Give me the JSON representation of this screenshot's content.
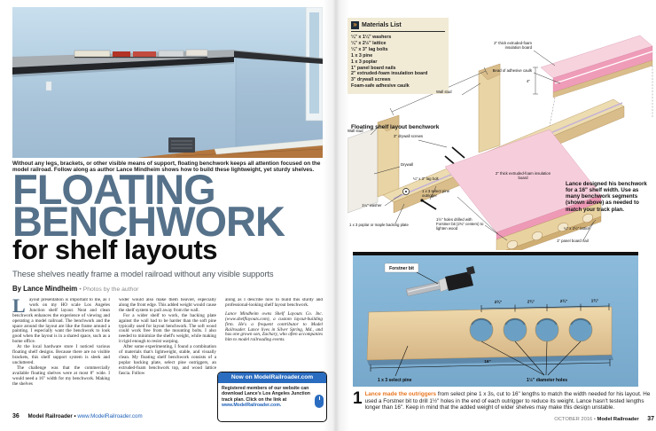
{
  "left": {
    "photo_caption": "Without any legs, brackets, or other visible means of support, floating benchwork keeps all attention focused on the model railroad. Follow along as author Lance Mindheim shows how to build these lightweight, yet sturdy shelves.",
    "title1": "FLOATING",
    "title2": "BENCHWORK",
    "title3": "for shelf layouts",
    "deck": "These shelves neatly frame a model railroad without any visible supports",
    "byline": "By Lance Mindheim",
    "byline2": "• Photos by the author",
    "dropcap": "L",
    "c1p1": "ayout presentation is important to me, as I work on my HO scale Los Angeles Junction shelf layout. Neat and clean benchwork enhances the experience of viewing and operating a model railroad. The benchwork and the space around the layout are like the frame around a painting. I especially want the benchwork to look good when the layout is in a shared space, such as a home office.",
    "c1p2": "At the local hardware store I noticed various floating shelf designs. Because there are no visible brackets, this shelf support system is sleek and uncluttered.",
    "c1p3": "The challenge was that the commercially available floating shelves were at most 8\" wide. I would need a 16\" width for my benchwork. Making the shelves",
    "c2p1": "wider would also make them heavier, especially along the front edge. This added weight would cause the shelf system to pull away from the wall.",
    "c2p2": "For a wider shelf to work, the backing plate against the wall had to be harder than the soft pine typically used for layout benchwork. The soft wood could work free from the mounting bolts. I also needed to minimize the shelf's weight, while making it rigid enough to resist warping.",
    "c2p3": "After some experimenting, I found a combination of materials that's lightweight, stable, and visually clean. My floating shelf benchwork consists of a poplar backing plate, select pine outriggers, an extruded-foam benchwork top, and wood lattice fascia. Follow",
    "c3p1": "along as I describe how to build this sturdy and professional-looking shelf layout benchwork.",
    "bio": "Lance Mindheim owns Shelf Layouts Co. Inc. (www.shelflayouts.com), a custom layout-building firm. He's a frequent contributor to Model Railroader. Lance lives in Silver Spring, Md., and has one grown son, Zachary, who often accompanies him to model railroading events.",
    "promo_header": "Now on ModelRailroader.com",
    "promo_body": "Registered members of our website can download Lance's Los Angeles Junction track plan. Click on the link at",
    "promo_link": "www.ModelRailroader.com.",
    "footer_page": "36",
    "footer_mag": "Model Railroader •",
    "footer_url": "www.ModelRailroader.com"
  },
  "right": {
    "materials_icon": "»",
    "materials_title": "Materials List",
    "materials_items": [
      "¼\" x 1¼\" washers",
      "¼\" x 2½\" lattice",
      "¼\" x 3\" lag bolts",
      "1 x 3 pine",
      "1 x 3 poplar",
      "1\" panel board nails",
      "2\" extruded-foam insulation board",
      "3\" drywall screws",
      "Foam-safe adhesive caulk"
    ],
    "diagram_title": "Floating shelf layout benchwork",
    "lbl": {
      "foam_top": "2\" thick extruded-foam insulation board",
      "caulk": "Bead of adhesive caulk",
      "wall_stud": "Wall stud",
      "screws": "3\" drywall screws",
      "drywall": "Drywall",
      "lag_bolt": "¼\" x 3\" lag bolt",
      "washer": "1¼\" washer",
      "backing": "1 x 3 poplar or maple backing plate",
      "outrigger": "1 x 3 select pine outrigger",
      "holes": "1½\" holes drilled with Forstner bit (2¾\" centers) to lighten wood",
      "foam_center": "2\" thick extruded-foam insulation board",
      "lattice": "¼\" x 2½\" lattice",
      "nail": "1\" panel board nail",
      "dim16": "16\"",
      "dim4": "4\""
    },
    "diagram_caption": "Lance designed his benchwork for a 16\" shelf width. Use as many benchwork segments (shown above) as needed to match your track plan.",
    "photo_lbl": {
      "forstner": "Forstner bit",
      "pine": "1 x 3 select pine",
      "holes": "1½\" diameter holes",
      "width": "16\"",
      "d1": "2¾\"",
      "d2": "2¾\"",
      "d3": "2¾\"",
      "d4": "1¾\""
    },
    "step_num": "1",
    "step_lead": "Lance made the outriggers",
    "step_text": "from select pine 1 x 3s, cut to 16\" lengths to match the width needed for his layout. He used a Forstner bit to drill 1½\" holes in the end of each outrigger to reduce its weight. Lance hasn't tested lengths longer than 16\". Keep in mind that the added weight of wider shelves may make this design unstable.",
    "footer_date": "OCTOBER 2016 •",
    "footer_mag": "Model Railroader",
    "footer_page": "37"
  }
}
